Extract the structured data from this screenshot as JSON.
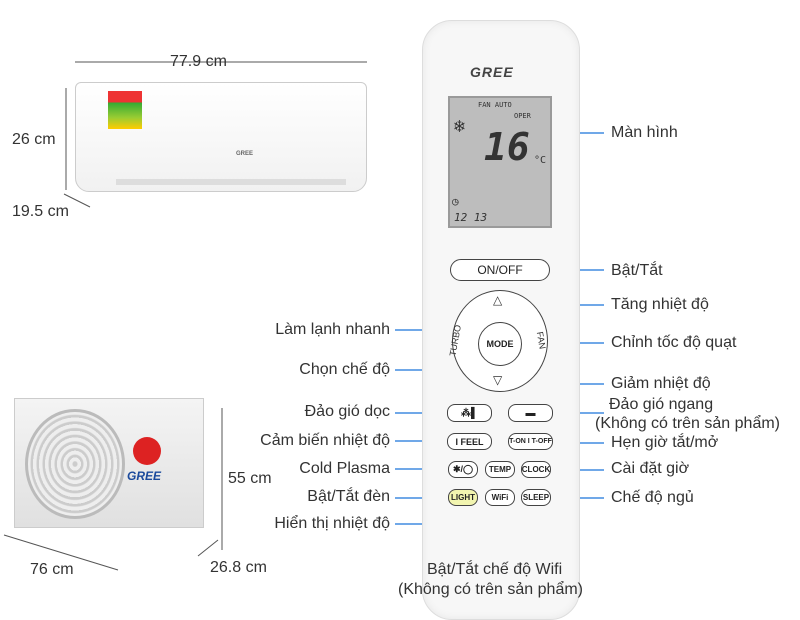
{
  "dimensions": {
    "indoor_width": "77.9 cm",
    "indoor_height": "26 cm",
    "indoor_depth": "19.5 cm",
    "outdoor_height": "55 cm",
    "outdoor_width": "76 cm",
    "outdoor_depth": "26.8 cm"
  },
  "brand": "GREE",
  "lcd": {
    "fan": "FAN AUTO",
    "oper": "OPER",
    "temp": "16",
    "unit": "°C",
    "time": "12 13"
  },
  "buttons": {
    "onoff": "ON/OFF",
    "turbo": "TURBO",
    "mode": "MODE",
    "fan": "FAN",
    "ifeel": "I FEEL",
    "timer": "T-ON I T-OFF",
    "plasma": "✱/◯",
    "temp": "TEMP",
    "clock": "CLOCK",
    "light": "LIGHT",
    "wifi": "WiFi",
    "sleep": "SLEEP"
  },
  "labels": {
    "screen": "Màn hình",
    "onoff": "Bật/Tắt",
    "temp_up": "Tăng nhiệt độ",
    "fan_speed": "Chỉnh tốc độ quạt",
    "temp_down": "Giảm nhiệt độ",
    "swing_h": "Đảo gió ngang",
    "swing_h_note": "(Không có trên sản phẩm)",
    "timer": "Hẹn giờ tắt/mở",
    "clock": "Cài đặt giờ",
    "sleep": "Chế độ ngủ",
    "turbo": "Làm lạnh nhanh",
    "mode": "Chọn chế độ",
    "swing_v": "Đảo gió dọc",
    "ifeel": "Cảm biến nhiệt độ",
    "plasma": "Cold Plasma",
    "light": "Bật/Tắt đèn",
    "temp_display": "Hiển thị nhiệt độ",
    "wifi": "Bật/Tắt chế độ Wifi",
    "wifi_note": "(Không có trên sản phẩm)"
  },
  "colors": {
    "leader": "#1a73d9",
    "light_button": "#f2f5b0"
  }
}
